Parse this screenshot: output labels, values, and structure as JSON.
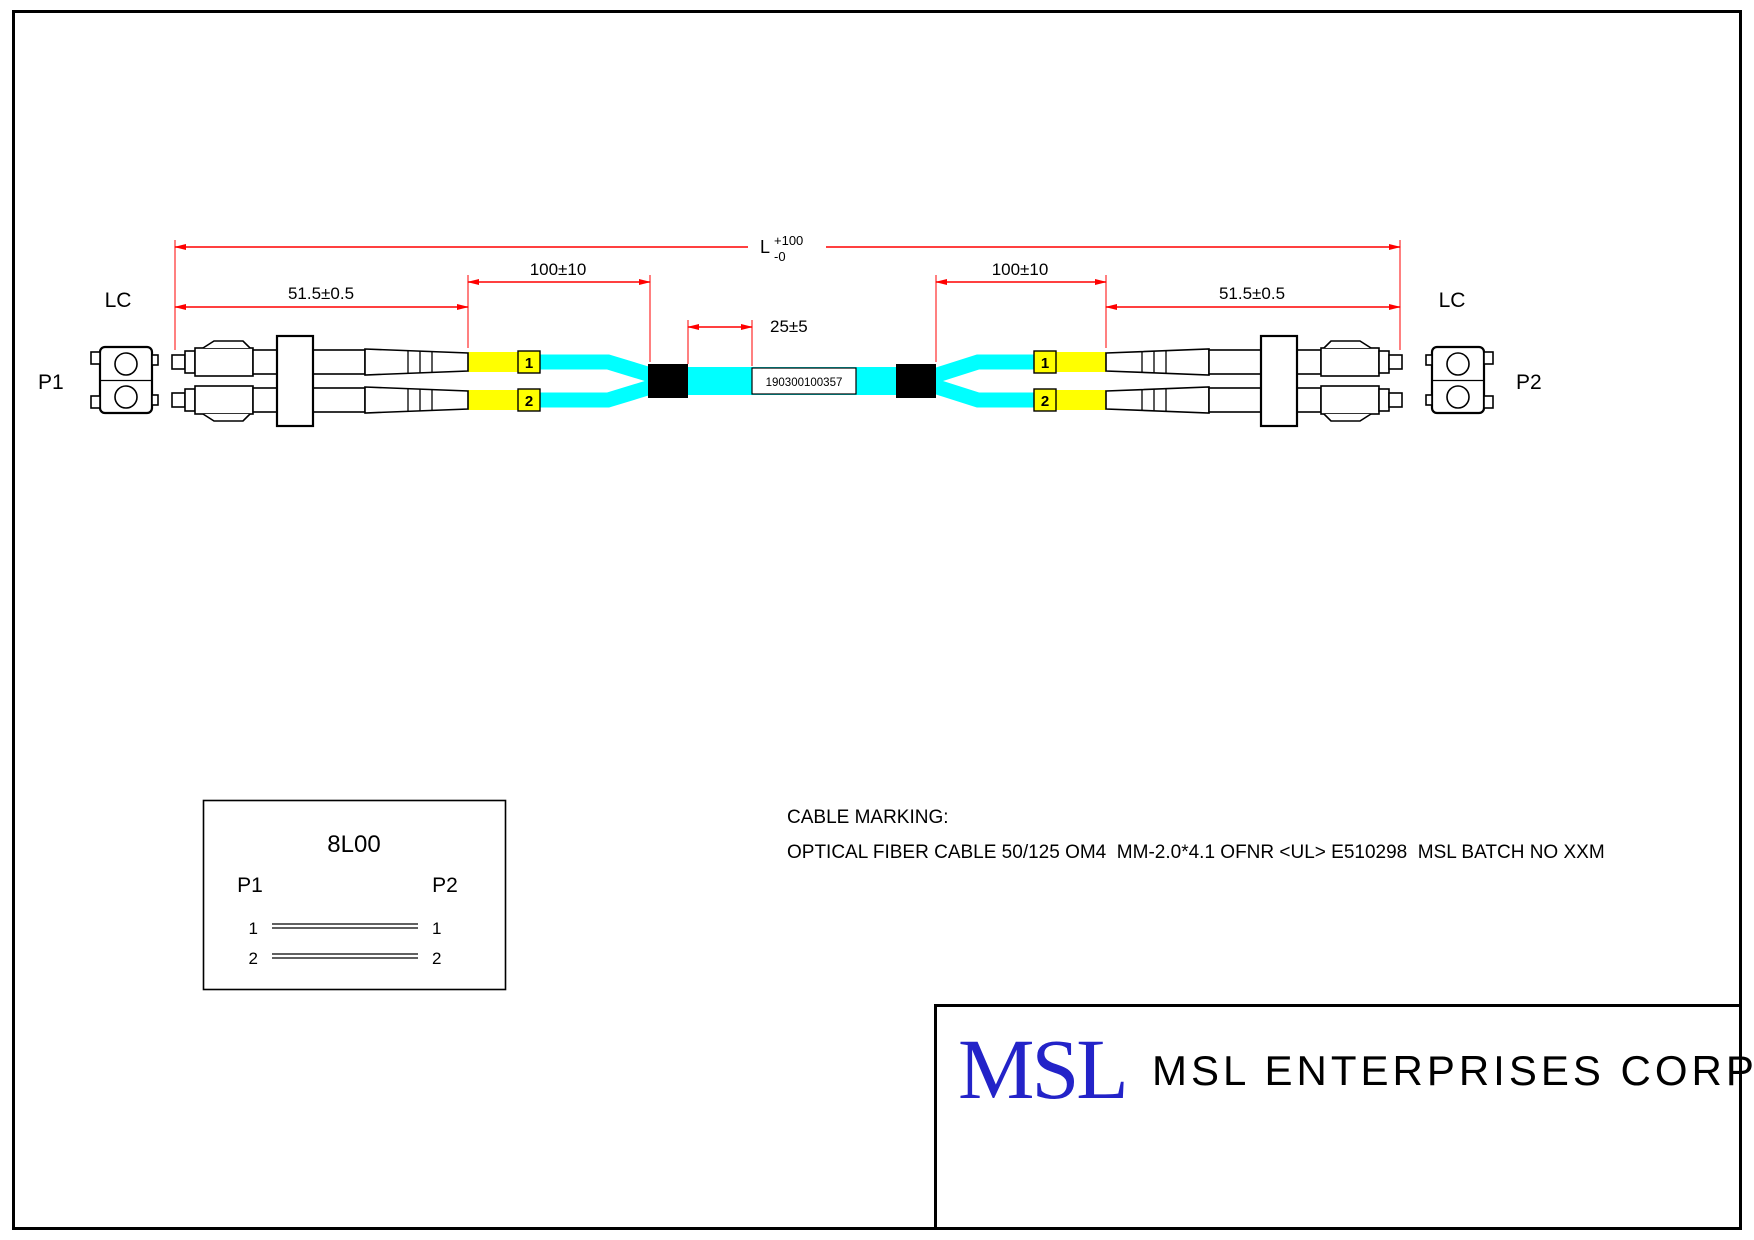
{
  "drawing": {
    "connector_type_left": "LC",
    "connector_type_right": "LC",
    "end_left": "P1",
    "end_right": "P2"
  },
  "dimensions": {
    "overall_base": "L",
    "overall_plus": "+100",
    "overall_minus": "-0",
    "connector_section_left": "51.5±0.5",
    "breakout_left": "100±10",
    "label_position": "25±5",
    "breakout_right": "100±10",
    "connector_section_right": "51.5±0.5"
  },
  "cable": {
    "serial_label": "190300100357",
    "fiber1": "1",
    "fiber2": "2"
  },
  "polarity": {
    "model": "8L00",
    "left_header": "P1",
    "right_header": "P2",
    "rows": [
      {
        "left": "1",
        "right": "1"
      },
      {
        "left": "2",
        "right": "2"
      }
    ]
  },
  "marking": {
    "title": "CABLE MARKING:",
    "text": "OPTICAL FIBER CABLE 50/125 OM4  MM-2.0*4.1 OFNR <UL> E510298  MSL BATCH NO XXM"
  },
  "title_block": {
    "logo": "MSL",
    "company": "MSL ENTERPRISES CORP."
  },
  "colors": {
    "dimension_red": "#ff0000",
    "fiber_aqua": "#00ffff",
    "tube_yellow": "#ffff00",
    "logo_blue": "#2323c8"
  }
}
